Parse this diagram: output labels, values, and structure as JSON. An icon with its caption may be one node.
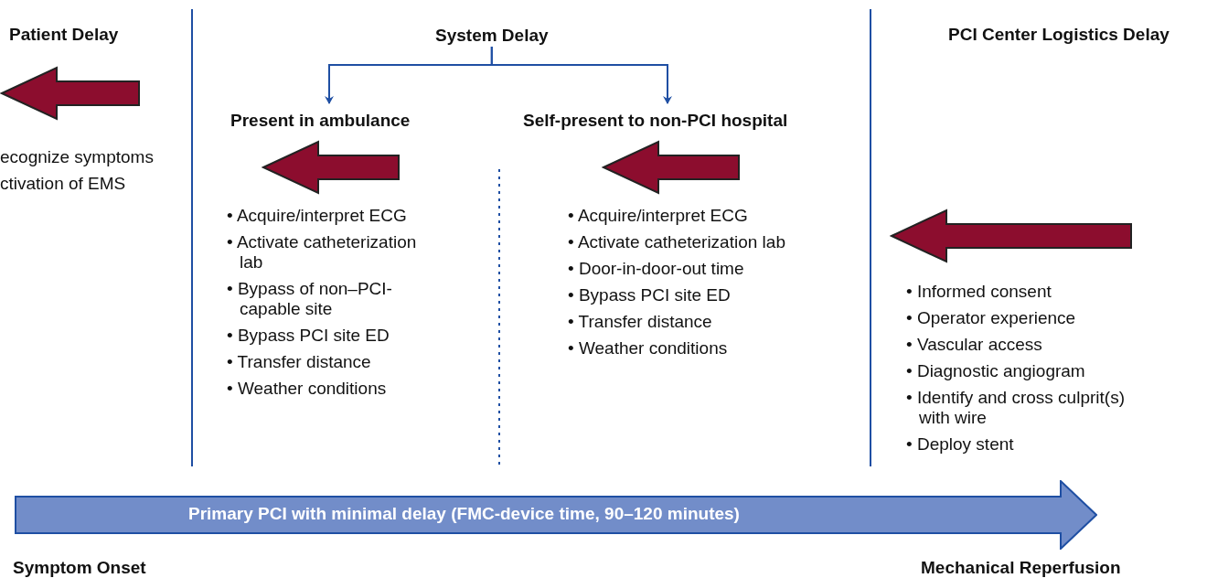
{
  "diagram": {
    "nodes": [
      {
        "text": [
          "System Delay"
        ]
      },
      {
        "text": [
          "Present in ambulance"
        ]
      },
      {
        "text": [
          "Self-present to non-PCI hospital"
        ]
      },
      {
        "text": [
          "Primary PCI with minimal delay (FMC-device time, 90–120 minutes)"
        ]
      }
    ],
    "edges": [
      {
        "from": 0,
        "to": 1,
        "arrow": "to"
      },
      {
        "from": 0,
        "to": 2,
        "arrow": "to"
      }
    ],
    "labels": [
      "Patient Delay",
      "ecognize symptoms ctivation of EMS",
      "• Acquire/interpret ECG",
      "• Activate catheterization lab",
      "• Bypass of non–PCI-capable site",
      "• Bypass PCI site ED",
      "• Transfer distance",
      "• Weather conditions",
      "• Acquire/interpret ECG",
      "• Activate catheterization lab",
      "• Door-in-door-out time",
      "• Bypass PCI site ED",
      "• Transfer distance",
      "• Weather conditions",
      "PCI Center Logistics Delay",
      "• Informed consent",
      "• Operator experience",
      "• Vascular access",
      "• Diagnostic angiogram",
      "• Identify and cross culprit(s) with wire",
      "• Deploy stent",
      "Symptom Onset",
      "Mechanical Reperfusion"
    ]
  }
}
